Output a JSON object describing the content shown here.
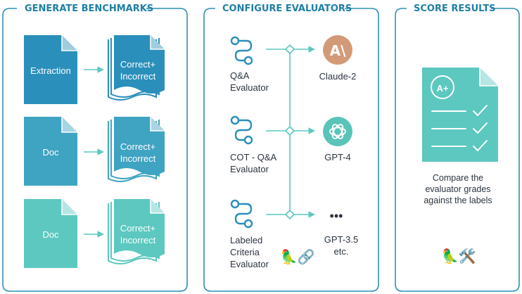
{
  "panels": {
    "benchmarks": {
      "title": "GENERATE BENCHMARKS"
    },
    "evaluators": {
      "title": "CONFIGURE EVALUATORS"
    },
    "results": {
      "title": "SCORE RESULTS"
    }
  },
  "benchmarks": {
    "rows": [
      {
        "source": "Extraction",
        "target_line1": "Correct+",
        "target_line2": "Incorrect",
        "color": "#2a8fba"
      },
      {
        "source": "Doc",
        "target_line1": "Correct+",
        "target_line2": "Incorrect",
        "color": "#3fa3c2"
      },
      {
        "source": "Doc",
        "target_line1": "Correct+",
        "target_line2": "Incorrect",
        "color": "#5cc8c0"
      }
    ]
  },
  "evaluators": {
    "items": [
      {
        "line1": "Q&A",
        "line2": "Evaluator",
        "line3": "",
        "icon": "route-icon"
      },
      {
        "line1": "COT - Q&A",
        "line2": "Evaluator",
        "line3": "",
        "icon": "route-icon"
      },
      {
        "line1": "Labeled",
        "line2": "Criteria",
        "line3": "Evaluator",
        "icon": "route-icon"
      }
    ],
    "badge": "🦜🔗"
  },
  "models": {
    "items": [
      {
        "label": "Claude-2",
        "label2": "",
        "logo_text": "A\\",
        "icon": "anthropic-logo-icon"
      },
      {
        "label": "GPT-4",
        "label2": "",
        "logo_text": "",
        "icon": "openai-logo-icon"
      },
      {
        "label": "GPT-3.5",
        "label2": "etc.",
        "logo_text": "•••",
        "icon": "ellipsis-icon"
      }
    ]
  },
  "results": {
    "grade": "A+",
    "caption_line1": "Compare the",
    "caption_line2": "evaluator grades",
    "caption_line3": "against the labels",
    "badge": "🦜🛠️"
  },
  "colors": {
    "panel_border": "#2f8fb3",
    "title": "#1f7fa6",
    "teal": "#5cc8c0",
    "connector": "#5cc8c0",
    "claude_bg": "#d49a78",
    "gpt_bg": "#59c4b8"
  }
}
